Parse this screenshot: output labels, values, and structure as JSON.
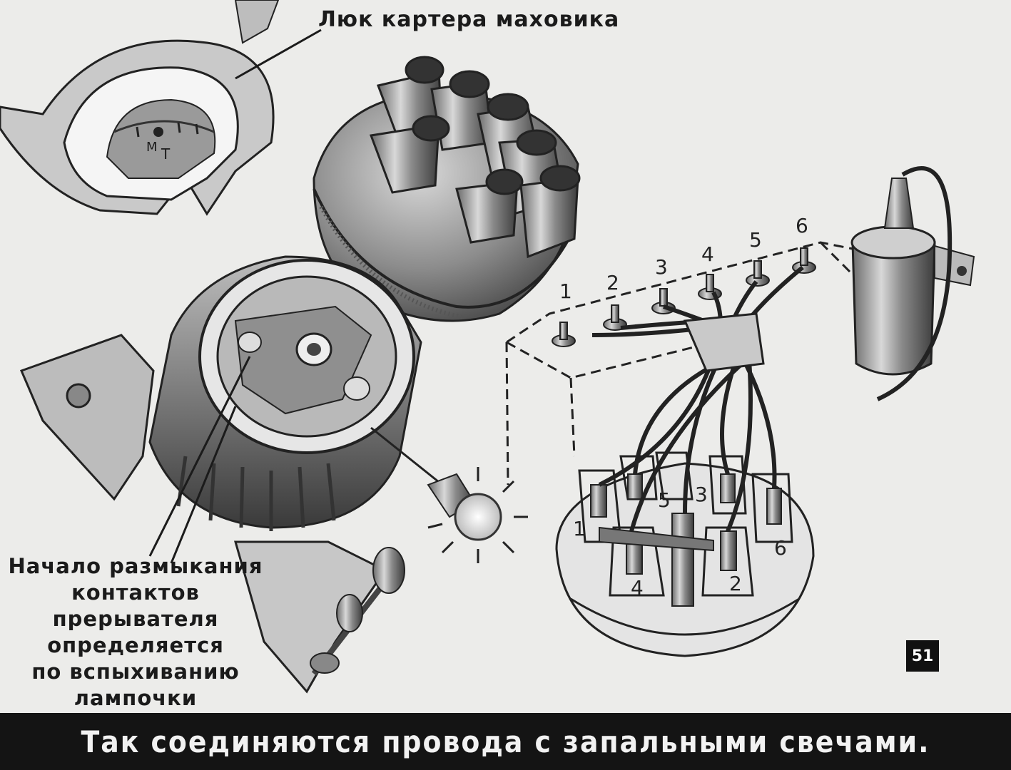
{
  "labels": {
    "flywheel_hatch": "Люк картера маховика",
    "contacts_note_lines": [
      "Начало размыкания",
      "контактов",
      "прерывателя",
      "определяется",
      "по вспыхиванию",
      "лампочки"
    ],
    "scale_marks": [
      "М",
      "Т"
    ]
  },
  "spark_plug_numbers": [
    "1",
    "2",
    "3",
    "4",
    "5",
    "6"
  ],
  "distributor_cap_numbers": [
    "1",
    "5",
    "3",
    "6",
    "4",
    "2"
  ],
  "slide_number": "51",
  "caption": "Так соединяются провода с запальными свечами."
}
